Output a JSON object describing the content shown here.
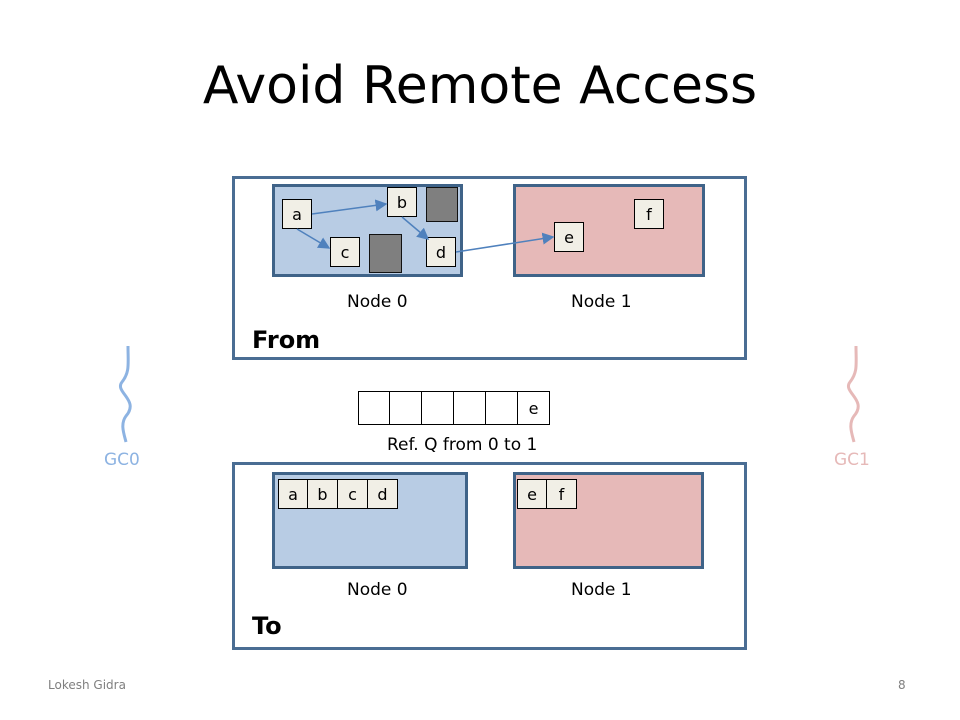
{
  "title": "Avoid Remote Access",
  "from_panel": {
    "label": "From",
    "node0": {
      "label": "Node 0",
      "objects": [
        "a",
        "b",
        "c",
        "d"
      ]
    },
    "node1": {
      "label": "Node 1",
      "objects": [
        "e",
        "f"
      ]
    }
  },
  "queue": {
    "cells": [
      "",
      "",
      "",
      "",
      "",
      "e"
    ],
    "label": "Ref. Q from 0 to 1"
  },
  "to_panel": {
    "label": "To",
    "node0": {
      "label": "Node 0",
      "objects": [
        "a",
        "b",
        "c",
        "d"
      ]
    },
    "node1": {
      "label": "Node 1",
      "objects": [
        "e",
        "f"
      ]
    }
  },
  "gc": {
    "left": {
      "label": "GC0",
      "color": "#8db3e2"
    },
    "right": {
      "label": "GC1",
      "color": "#e6b9b8"
    }
  },
  "footer": {
    "author": "Lokesh Gidra",
    "page": "8"
  },
  "colors": {
    "border": "#4a6d93",
    "node0": "#b8cce4",
    "node1": "#e6b9b8",
    "arrow": "#4f81bd"
  }
}
